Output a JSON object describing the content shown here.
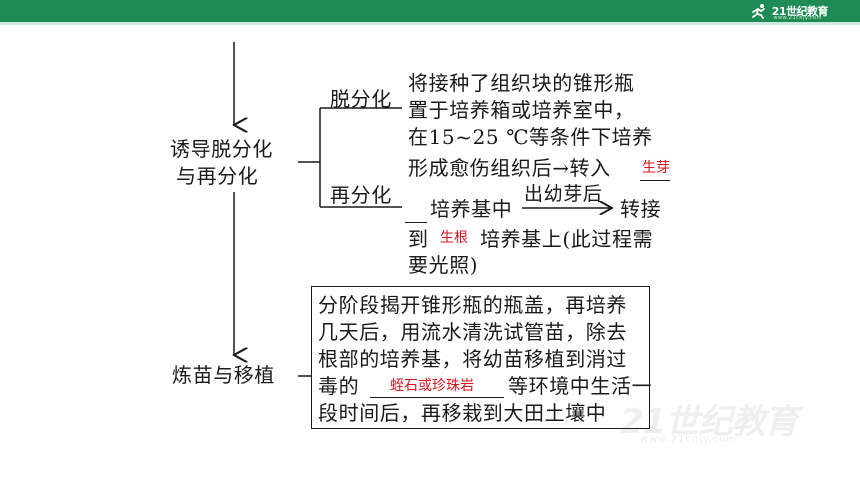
{
  "header": {
    "brand_text": "21世纪教育",
    "brand_url": "www.21cnjy.com",
    "bar_color": "#1e8a54"
  },
  "diagram": {
    "left_nodes": {
      "induce": [
        "诱导脱分化",
        "与再分化"
      ],
      "harden": "炼苗与移植"
    },
    "branches": {
      "dedifferentiation": "脱分化",
      "redifferentiation": "再分化"
    },
    "dedifferentiation_text": [
      "将接种了组织块的锥形瓶",
      "置于培养箱或培养室中，",
      "在15~25 ℃等条件下培养"
    ],
    "redifferentiation_text": {
      "line1": "形成愈伤组织后→转入",
      "answer1": "生芽",
      "line2_a": "培养基中",
      "arrow_label": "出幼芽后",
      "line2_b": "转接",
      "line3_a": "到",
      "answer2": "生根",
      "line3_b": "培养基上(此过程需",
      "line4": "要光照)"
    },
    "box_text": {
      "line1": "分阶段揭开锥形瓶的瓶盖，再培养",
      "line2": "几天后，用流水清洗试管苗，除去",
      "line3": "根部的培养基，将幼苗移植到消过",
      "line4_a": "毒的",
      "answer3": "蛭石或珍珠岩",
      "line4_b": "等环境中生活一",
      "line5": "段时间后，再移栽到大田土壤中"
    },
    "answer_color": "#d6161c"
  },
  "watermark": {
    "text": "21世纪教育",
    "sub": "www.21cnjy.com"
  }
}
